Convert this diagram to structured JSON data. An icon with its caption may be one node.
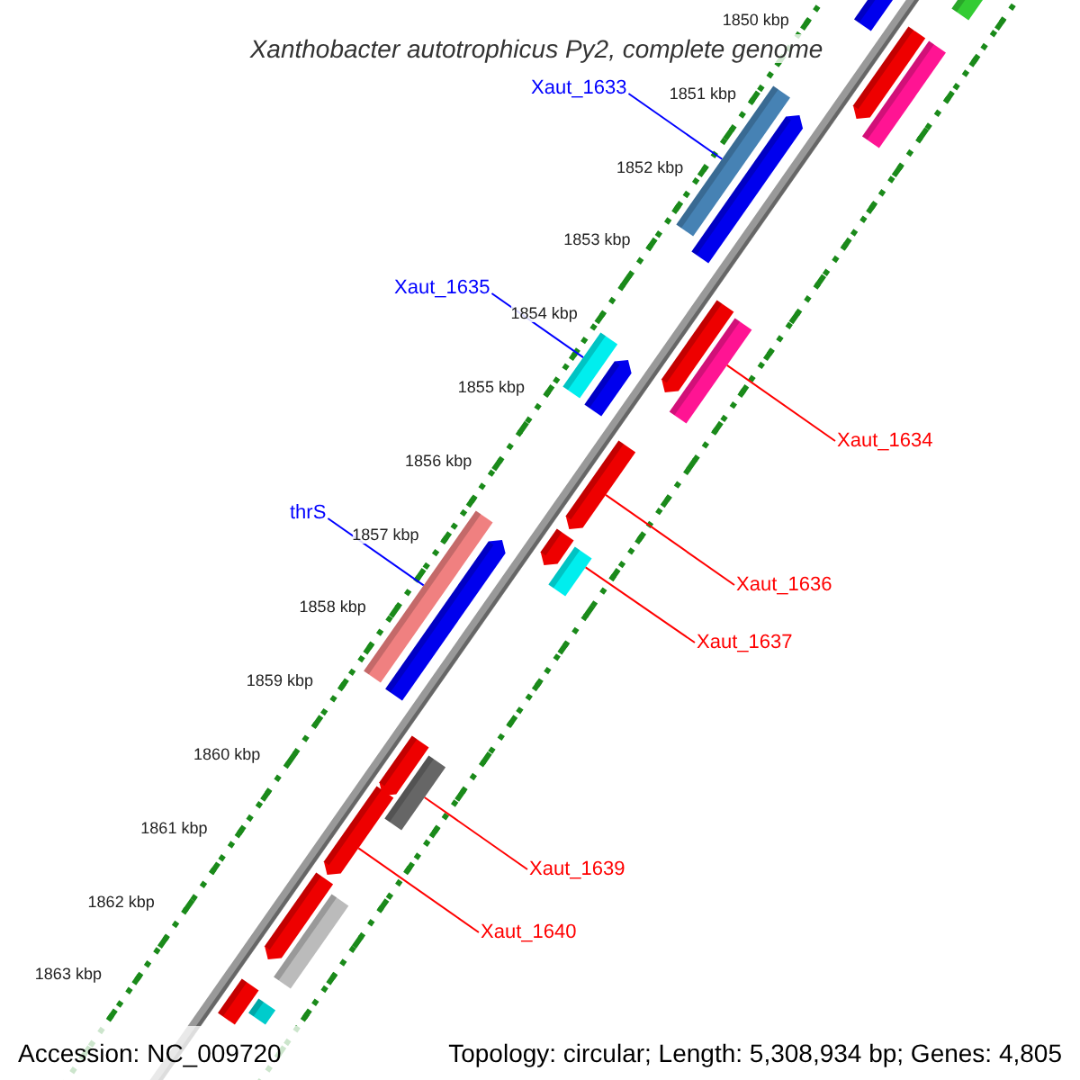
{
  "diagram": {
    "title": "Xanthobacter autotrophicus Py2, complete genome",
    "nodes": [
      {
        "text": [
          "Xaut_1633"
        ]
      },
      {
        "text": [
          "Xaut_1635"
        ]
      },
      {
        "text": [
          "Xaut_1634"
        ]
      },
      {
        "text": [
          "thrS"
        ]
      },
      {
        "text": [
          "Xaut_1636"
        ]
      },
      {
        "text": [
          "Xaut_1637"
        ]
      },
      {
        "text": [
          "Xaut_1639"
        ]
      },
      {
        "text": [
          "Xaut_1640"
        ]
      },
      {
        "text": [],
        "shape": "bar"
      },
      {
        "text": [],
        "shape": "bar"
      },
      {
        "text": [],
        "shape": "bar"
      },
      {
        "text": [],
        "shape": "bar"
      },
      {
        "text": [],
        "shape": "bar"
      },
      {
        "text": [],
        "shape": "bar"
      },
      {
        "text": [],
        "shape": "bar"
      },
      {
        "text": [],
        "shape": "bar"
      },
      {
        "text": [],
        "shape": "bar"
      },
      {
        "text": [],
        "shape": "bar"
      },
      {
        "text": [],
        "shape": "bar"
      },
      {
        "text": [],
        "shape": "bar"
      },
      {
        "text": [],
        "shape": "bar"
      },
      {
        "text": [],
        "shape": "bar"
      },
      {
        "text": [],
        "shape": "bar"
      },
      {
        "text": [],
        "shape": "bar"
      },
      {
        "text": [],
        "shape": "bar"
      },
      {
        "text": [],
        "shape": "bar"
      },
      {
        "text": [],
        "shape": "bar"
      },
      {
        "text": [],
        "shape": "bar"
      },
      {
        "text": [],
        "shape": "bar"
      },
      {
        "text": [],
        "shape": "bar"
      }
    ],
    "edges": [
      {
        "from": 0,
        "to": 12,
        "arrow": "none",
        "color": "#0000ff"
      },
      {
        "from": 1,
        "to": 16,
        "arrow": "none",
        "color": "#0000ff"
      },
      {
        "from": 2,
        "to": 15,
        "arrow": "none"
      },
      {
        "from": 3,
        "to": 19,
        "arrow": "none",
        "color": "#0000ff"
      },
      {
        "from": 4,
        "to": 18,
        "arrow": "none"
      },
      {
        "from": 5,
        "to": 22,
        "arrow": "none"
      },
      {
        "from": 6,
        "to": 24,
        "arrow": "none"
      },
      {
        "from": 7,
        "to": 25,
        "arrow": "none"
      }
    ],
    "labels": [
      "1850 kbp",
      "1851 kbp",
      "1852 kbp",
      "1853 kbp",
      "1854 kbp",
      "1855 kbp",
      "1856 kbp",
      "1857 kbp",
      "1858 kbp",
      "1859 kbp",
      "1860 kbp",
      "1861 kbp",
      "1862 kbp",
      "1863 kbp",
      "Accession: NC_009720",
      "Topology: circular; Length: 5,308,934 bp; Genes: 4,805"
    ]
  }
}
